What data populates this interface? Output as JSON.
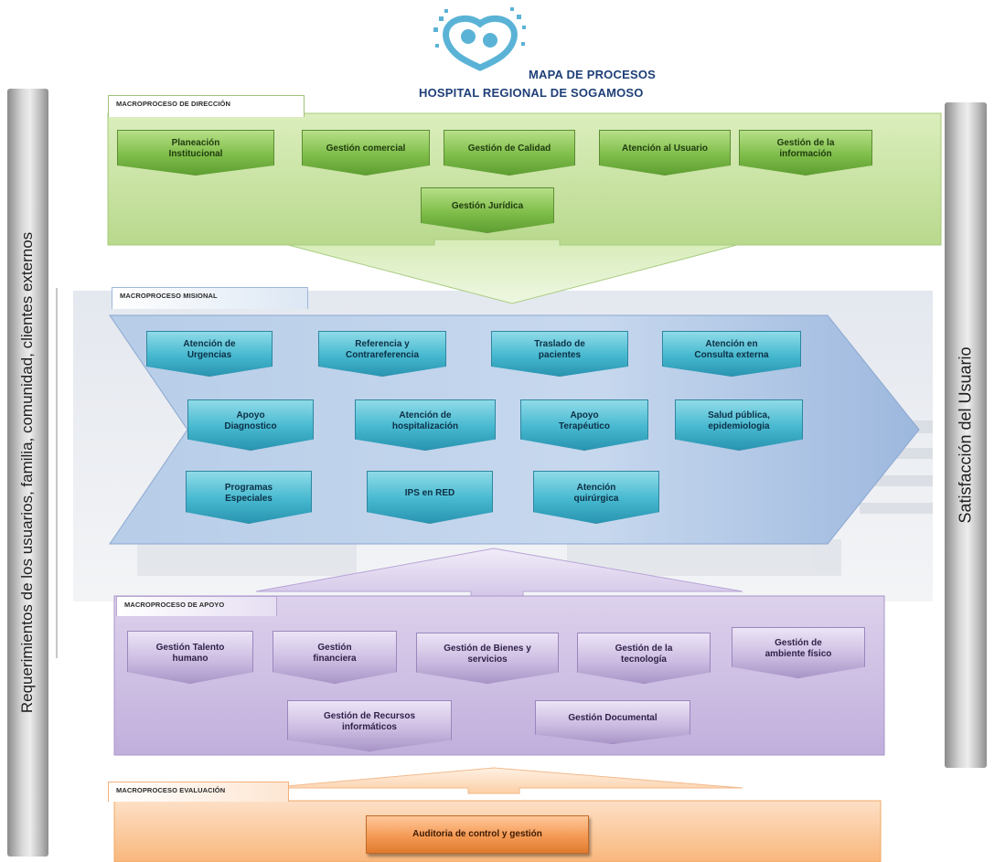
{
  "header": {
    "line1": "MAPA DE PROCESOS",
    "line2": "HOSPITAL REGIONAL DE SOGAMOSO"
  },
  "left_bar": {
    "label": "Requerimientos de los usuarios, familia, comunidad, clientes externos"
  },
  "right_bar": {
    "label": "Satisfacción del Usuario"
  },
  "direccion": {
    "label": "MACROPROCESO DE DIRECCIÓN",
    "items": [
      "Planeación\nInstitucional",
      "Gestión comercial",
      "Gestión de Calidad",
      "Atención al Usuario",
      "Gestión de la\ninformación",
      "Gestión Jurídica"
    ]
  },
  "misional": {
    "label": "MACROPROCESO MISIONAL",
    "items": [
      "Atención de\nUrgencias",
      "Referencia y\nContrareferencia",
      "Traslado de\npacientes",
      "Atención en\nConsulta externa",
      "Apoyo\nDiagnostico",
      "Atención de\nhospitalización",
      "Apoyo\nTerapéutico",
      "Salud pública,\nepidemiologia",
      "Programas\nEspeciales",
      "IPS en RED",
      "Atención\nquirúrgica"
    ]
  },
  "apoyo": {
    "label": "MACROPROCESO DE APOYO",
    "items": [
      "Gestión Talento\nhumano",
      "Gestión\nfinanciera",
      "Gestión de Bienes y\nservicios",
      "Gestión de la\ntecnología",
      "Gestión de\nambiente físico",
      "Gestión de Recursos\ninformáticos",
      "Gestión Documental"
    ]
  },
  "evaluacion": {
    "label": "MACROPROCESO EVALUACIÓN",
    "items": [
      "Auditoria de control y gestión"
    ]
  },
  "colors": {
    "direccion": "#c9e4a2",
    "misional": "#a9c4e2",
    "apoyo": "#c9b8e0",
    "evaluacion": "#f9be8a",
    "title": "#1f3f78"
  },
  "icons": {
    "logo": "hospital-logo-icon"
  }
}
